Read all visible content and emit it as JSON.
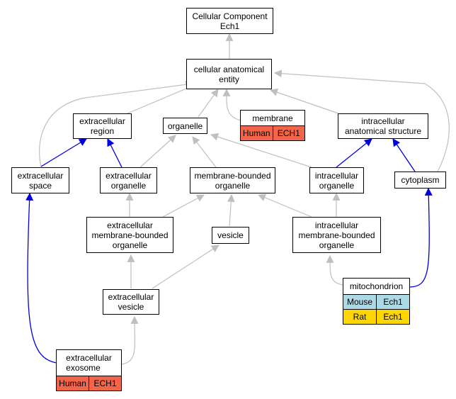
{
  "nodes": {
    "root": "Cellular Component\nEch1",
    "cae": "cellular anatomical\nentity",
    "ecr": "extracellular\nregion",
    "organelle": "organelle",
    "membrane": "membrane",
    "ias": "intracellular\nanatomical structure",
    "ecs": "extracellular\nspace",
    "eco": "extracellular\norganelle",
    "mbo": "membrane-bounded\norganelle",
    "ico": "intracellular\norganelle",
    "cytoplasm": "cytoplasm",
    "ecmbo": "extracellular\nmembrane-bounded\norganelle",
    "vesicle": "vesicle",
    "icmbo": "intracellular\nmembrane-bounded\norganelle",
    "ecv": "extracellular\nvesicle",
    "mito": "mitochondrion",
    "exosome": "extracellular\nexosome"
  },
  "annotations": {
    "membrane": [
      [
        "Human",
        "ECH1"
      ]
    ],
    "mito": [
      [
        "Mouse",
        "Ech1"
      ],
      [
        "Rat",
        "Ech1"
      ]
    ],
    "exosome": [
      [
        "Human",
        "ECH1"
      ]
    ]
  },
  "colors": {
    "human": "#f26548",
    "mouse": "#add8e6",
    "rat": "#ffd700",
    "edge_gray": "#bfbfbf",
    "edge_blue": "#0000dd"
  }
}
